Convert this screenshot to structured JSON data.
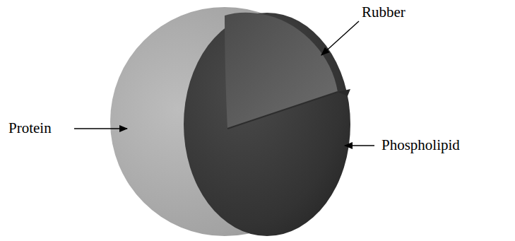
{
  "diagram": {
    "labels": [
      "Rubber",
      "Protein",
      "Phospholipid"
    ]
  }
}
